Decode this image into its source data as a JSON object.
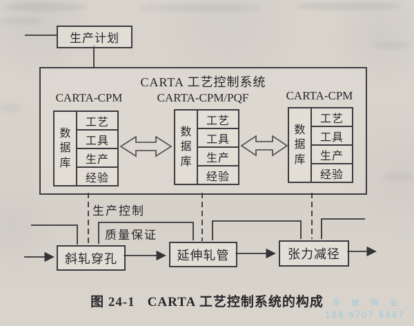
{
  "page": {
    "background": "#d7d3cb",
    "ink": "#3a3a3e"
  },
  "diagram": {
    "production_plan": {
      "label": "生产计划"
    },
    "system": {
      "title": "CARTA 工艺控制系统",
      "subsystems": [
        {
          "name": "CARTA-CPM",
          "database": "数据库",
          "modules": [
            "工艺",
            "工具",
            "生产",
            "经验"
          ]
        },
        {
          "name": "CARTA-CPM/PQF",
          "database": "数据库",
          "modules": [
            "工艺",
            "工具",
            "生产",
            "经验"
          ]
        },
        {
          "name": "CARTA-CPM",
          "database": "数据库",
          "modules": [
            "工艺",
            "工具",
            "生产",
            "经验"
          ]
        }
      ]
    },
    "labels": {
      "production_control": "生产控制",
      "quality_assurance": "质量保证"
    },
    "processes": [
      {
        "label": "斜轧穿孔"
      },
      {
        "label": "延伸轧管"
      },
      {
        "label": "张力减径"
      }
    ],
    "caption": {
      "figure_no": "图 24-1",
      "title": "CARTA 工艺控制系统的构成"
    }
  },
  "watermark": {
    "company": "至 德 钢 业",
    "phone": "139 6707 6667",
    "color": "#9cc9dd"
  }
}
